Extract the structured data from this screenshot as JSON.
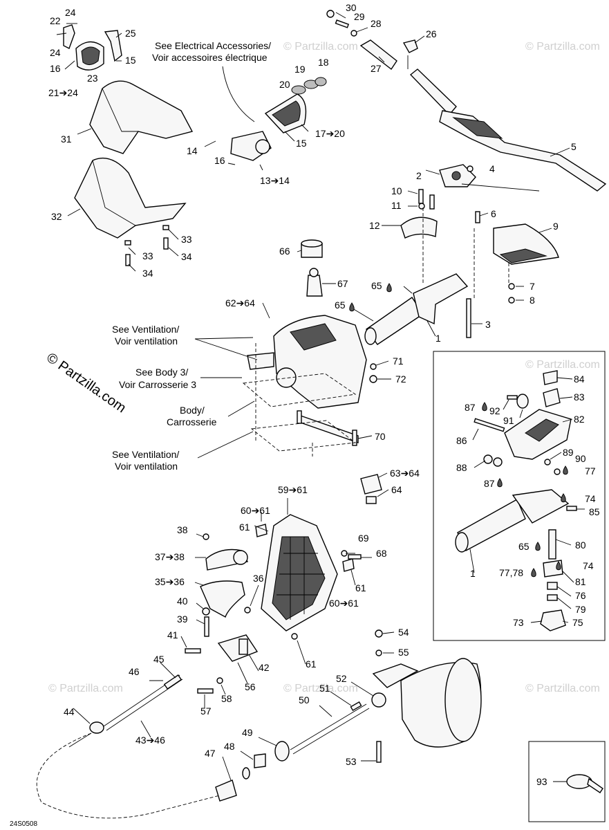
{
  "watermarks": {
    "main": "© Partzilla.com",
    "faint": "© Partzilla.com"
  },
  "notes": {
    "electrical_en": "See Electrical Accessories/",
    "electrical_fr": "Voir accessoires électrique",
    "ventilation1_en": "See Ventilation/",
    "ventilation1_fr": "Voir ventilation",
    "body3_en": "See Body 3/",
    "body3_fr": "Voir Carrosserie 3",
    "body_en": "Body/",
    "body_fr": "Carrosserie",
    "ventilation2_en": "See Ventilation/",
    "ventilation2_fr": "Voir ventilation"
  },
  "diagram_code": "24S0508",
  "callouts": [
    {
      "id": "c24a",
      "text": "24"
    },
    {
      "id": "c22",
      "text": "22"
    },
    {
      "id": "c25",
      "text": "25"
    },
    {
      "id": "c24b",
      "text": "24"
    },
    {
      "id": "c15a",
      "text": "15"
    },
    {
      "id": "c16a",
      "text": "16"
    },
    {
      "id": "c23",
      "text": "23"
    },
    {
      "id": "c21_24",
      "text": "21➔24"
    },
    {
      "id": "c31",
      "text": "31"
    },
    {
      "id": "c32",
      "text": "32"
    },
    {
      "id": "c33a",
      "text": "33"
    },
    {
      "id": "c33b",
      "text": "33"
    },
    {
      "id": "c34a",
      "text": "34"
    },
    {
      "id": "c34b",
      "text": "34"
    },
    {
      "id": "c19",
      "text": "19"
    },
    {
      "id": "c18",
      "text": "18"
    },
    {
      "id": "c20",
      "text": "20"
    },
    {
      "id": "c17_20",
      "text": "17➔20"
    },
    {
      "id": "c15b",
      "text": "15"
    },
    {
      "id": "c14",
      "text": "14"
    },
    {
      "id": "c16b",
      "text": "16"
    },
    {
      "id": "c13_14",
      "text": "13➔14"
    },
    {
      "id": "c30",
      "text": "30"
    },
    {
      "id": "c29",
      "text": "29"
    },
    {
      "id": "c28",
      "text": "28"
    },
    {
      "id": "c26",
      "text": "26"
    },
    {
      "id": "c27",
      "text": "27"
    },
    {
      "id": "c5",
      "text": "5"
    },
    {
      "id": "c2",
      "text": "2"
    },
    {
      "id": "c4",
      "text": "4"
    },
    {
      "id": "c10",
      "text": "10"
    },
    {
      "id": "c11",
      "text": "11"
    },
    {
      "id": "c6",
      "text": "6"
    },
    {
      "id": "c12",
      "text": "12"
    },
    {
      "id": "c9",
      "text": "9"
    },
    {
      "id": "c66",
      "text": "66"
    },
    {
      "id": "c67",
      "text": "67"
    },
    {
      "id": "c65a",
      "text": "65"
    },
    {
      "id": "c7",
      "text": "7"
    },
    {
      "id": "c8",
      "text": "8"
    },
    {
      "id": "c62_64",
      "text": "62➔64"
    },
    {
      "id": "c65b",
      "text": "65"
    },
    {
      "id": "c3",
      "text": "3"
    },
    {
      "id": "c1a",
      "text": "1"
    },
    {
      "id": "c71",
      "text": "71"
    },
    {
      "id": "c72",
      "text": "72"
    },
    {
      "id": "c70",
      "text": "70"
    },
    {
      "id": "c63_64",
      "text": "63➔64"
    },
    {
      "id": "c64",
      "text": "64"
    },
    {
      "id": "c84",
      "text": "84"
    },
    {
      "id": "c87a",
      "text": "87"
    },
    {
      "id": "c92",
      "text": "92"
    },
    {
      "id": "c83",
      "text": "83"
    },
    {
      "id": "c91",
      "text": "91"
    },
    {
      "id": "c82",
      "text": "82"
    },
    {
      "id": "c86",
      "text": "86"
    },
    {
      "id": "c89",
      "text": "89"
    },
    {
      "id": "c90",
      "text": "90"
    },
    {
      "id": "c77a",
      "text": "77"
    },
    {
      "id": "c88",
      "text": "88"
    },
    {
      "id": "c87b",
      "text": "87"
    },
    {
      "id": "c74a",
      "text": "74"
    },
    {
      "id": "c85",
      "text": "85"
    },
    {
      "id": "c80",
      "text": "80"
    },
    {
      "id": "c65c",
      "text": "65"
    },
    {
      "id": "c74b",
      "text": "74"
    },
    {
      "id": "c1b",
      "text": "1"
    },
    {
      "id": "c77_78",
      "text": "77,78"
    },
    {
      "id": "c81",
      "text": "81"
    },
    {
      "id": "c76",
      "text": "76"
    },
    {
      "id": "c79",
      "text": "79"
    },
    {
      "id": "c73",
      "text": "73"
    },
    {
      "id": "c75",
      "text": "75"
    },
    {
      "id": "c59_61",
      "text": "59➔61"
    },
    {
      "id": "c60_61a",
      "text": "60➔61"
    },
    {
      "id": "c38",
      "text": "38"
    },
    {
      "id": "c61a",
      "text": "61"
    },
    {
      "id": "c69",
      "text": "69"
    },
    {
      "id": "c68",
      "text": "68"
    },
    {
      "id": "c37_38",
      "text": "37➔38"
    },
    {
      "id": "c35_36",
      "text": "35➔36"
    },
    {
      "id": "c36",
      "text": "36"
    },
    {
      "id": "c61b",
      "text": "61"
    },
    {
      "id": "c60_61b",
      "text": "60➔61"
    },
    {
      "id": "c40",
      "text": "40"
    },
    {
      "id": "c39",
      "text": "39"
    },
    {
      "id": "c41",
      "text": "41"
    },
    {
      "id": "c45",
      "text": "45"
    },
    {
      "id": "c42",
      "text": "42"
    },
    {
      "id": "c61c",
      "text": "61"
    },
    {
      "id": "c54",
      "text": "54"
    },
    {
      "id": "c55",
      "text": "55"
    },
    {
      "id": "c46",
      "text": "46"
    },
    {
      "id": "c56",
      "text": "56"
    },
    {
      "id": "c52",
      "text": "52"
    },
    {
      "id": "c51",
      "text": "51"
    },
    {
      "id": "c58",
      "text": "58"
    },
    {
      "id": "c57",
      "text": "57"
    },
    {
      "id": "c50",
      "text": "50"
    },
    {
      "id": "c44",
      "text": "44"
    },
    {
      "id": "c49",
      "text": "49"
    },
    {
      "id": "c43_46",
      "text": "43➔46"
    },
    {
      "id": "c48",
      "text": "48"
    },
    {
      "id": "c47",
      "text": "47"
    },
    {
      "id": "c53",
      "text": "53"
    },
    {
      "id": "c93",
      "text": "93"
    }
  ]
}
